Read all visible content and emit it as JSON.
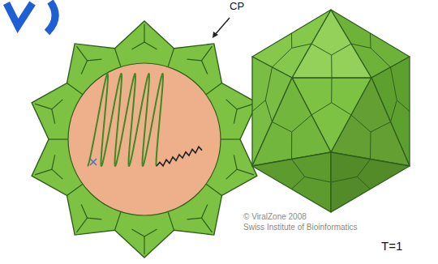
{
  "diagram": {
    "labels": [
      "CP",
      "© ViralZone 2008",
      "Swiss Institute of Bioinformatics",
      "T=1"
    ]
  }
}
